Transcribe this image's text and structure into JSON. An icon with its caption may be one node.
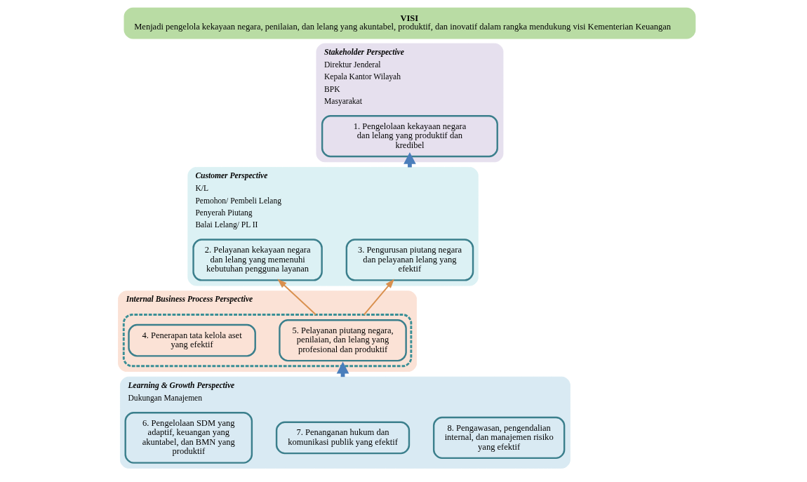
{
  "diagram": {
    "nodes": [
      {
        "text": [
          "VISI",
          "Menjadi pengelola kekayaan negara, penilaian, dan lelang yang akuntabel, produktif, dan inovatif dalam rangka mendukung visi Kementerian Keuangan"
        ]
      },
      {
        "text": [
          "Stakeholder Perspective",
          "Direktur Jenderal",
          "Kepala Kantor Wilayah",
          "BPK",
          "Masyarakat"
        ]
      },
      {
        "text": [
          "1. Pengelolaan kekayaan negara dan lelang yang produktif dan kredibel"
        ],
        "in": 1
      },
      {
        "text": [
          "Customer Perspective",
          "K/L",
          "Pemohon/ Pembeli Lelang",
          "Penyerah Piutang",
          "Balai Lelang/ PL II"
        ]
      },
      {
        "text": [
          "2. Pelayanan kekayaan negara dan lelang yang memenuhi kebutuhan pengguna layanan"
        ],
        "in": 3
      },
      {
        "text": [
          "3. Pengurusan piutang negara dan pelayanan lelang yang efektif"
        ],
        "in": 3
      },
      {
        "text": [
          "Internal Business Process Perspective"
        ]
      },
      {
        "text": [],
        "shape": "box",
        "in": 6
      },
      {
        "text": [
          "4. Penerapan tata kelola aset yang efektif"
        ],
        "in": 7
      },
      {
        "text": [
          "5. Pelayanan piutang negara, penilaian, dan lelang yang profesional dan produktif"
        ],
        "in": 7
      },
      {
        "text": [
          "Learning & Growth Perspective",
          "Dukungan Manajemen"
        ]
      },
      {
        "text": [
          "6. Pengelolaan SDM yang adaptif, keuangan yang akuntabel, dan BMN yang produktif"
        ],
        "in": 10
      },
      {
        "text": [
          "7. Penanganan hukum dan komunikasi publik yang efektif"
        ],
        "in": 10
      },
      {
        "text": [
          "8. Pengawasan, pengendalian internal, dan manajemen risiko yang efektif"
        ],
        "in": 10
      }
    ],
    "edges": [
      {
        "from": 3,
        "to": 2,
        "arrow": "to",
        "style": "thick",
        "color": "#4a7ebb"
      },
      {
        "from": 7,
        "to": 4,
        "arrow": "to",
        "color": "#d9904e"
      },
      {
        "from": 7,
        "to": 5,
        "arrow": "to",
        "color": "#d9904e"
      },
      {
        "from": 10,
        "to": 7,
        "arrow": "to",
        "style": "thick",
        "color": "#4a7ebb"
      }
    ]
  }
}
